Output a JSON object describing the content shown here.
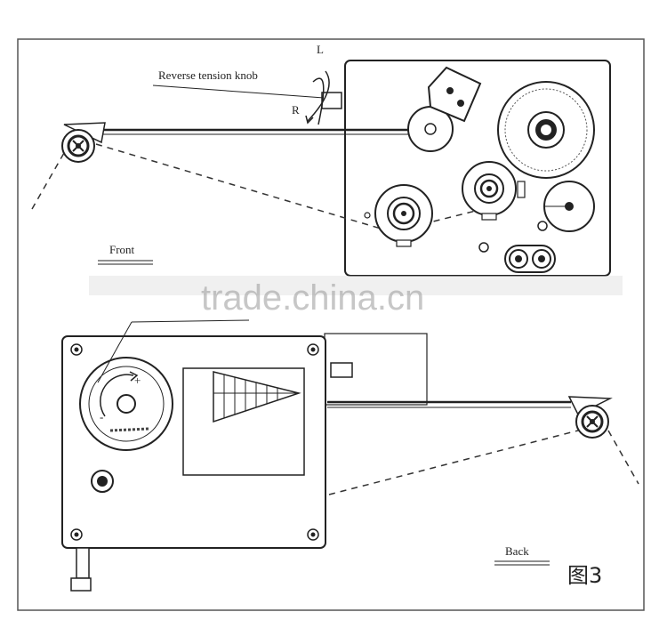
{
  "diagram": {
    "labels": {
      "knob_label": "Reverse tension knob",
      "left_mark": "L",
      "right_mark": "R",
      "front_label": "Front",
      "back_label": "Back",
      "figure_label": "图3"
    },
    "watermark": "trade.china.cn",
    "dial_marks": {
      "plus": "+",
      "minus": "-"
    }
  }
}
